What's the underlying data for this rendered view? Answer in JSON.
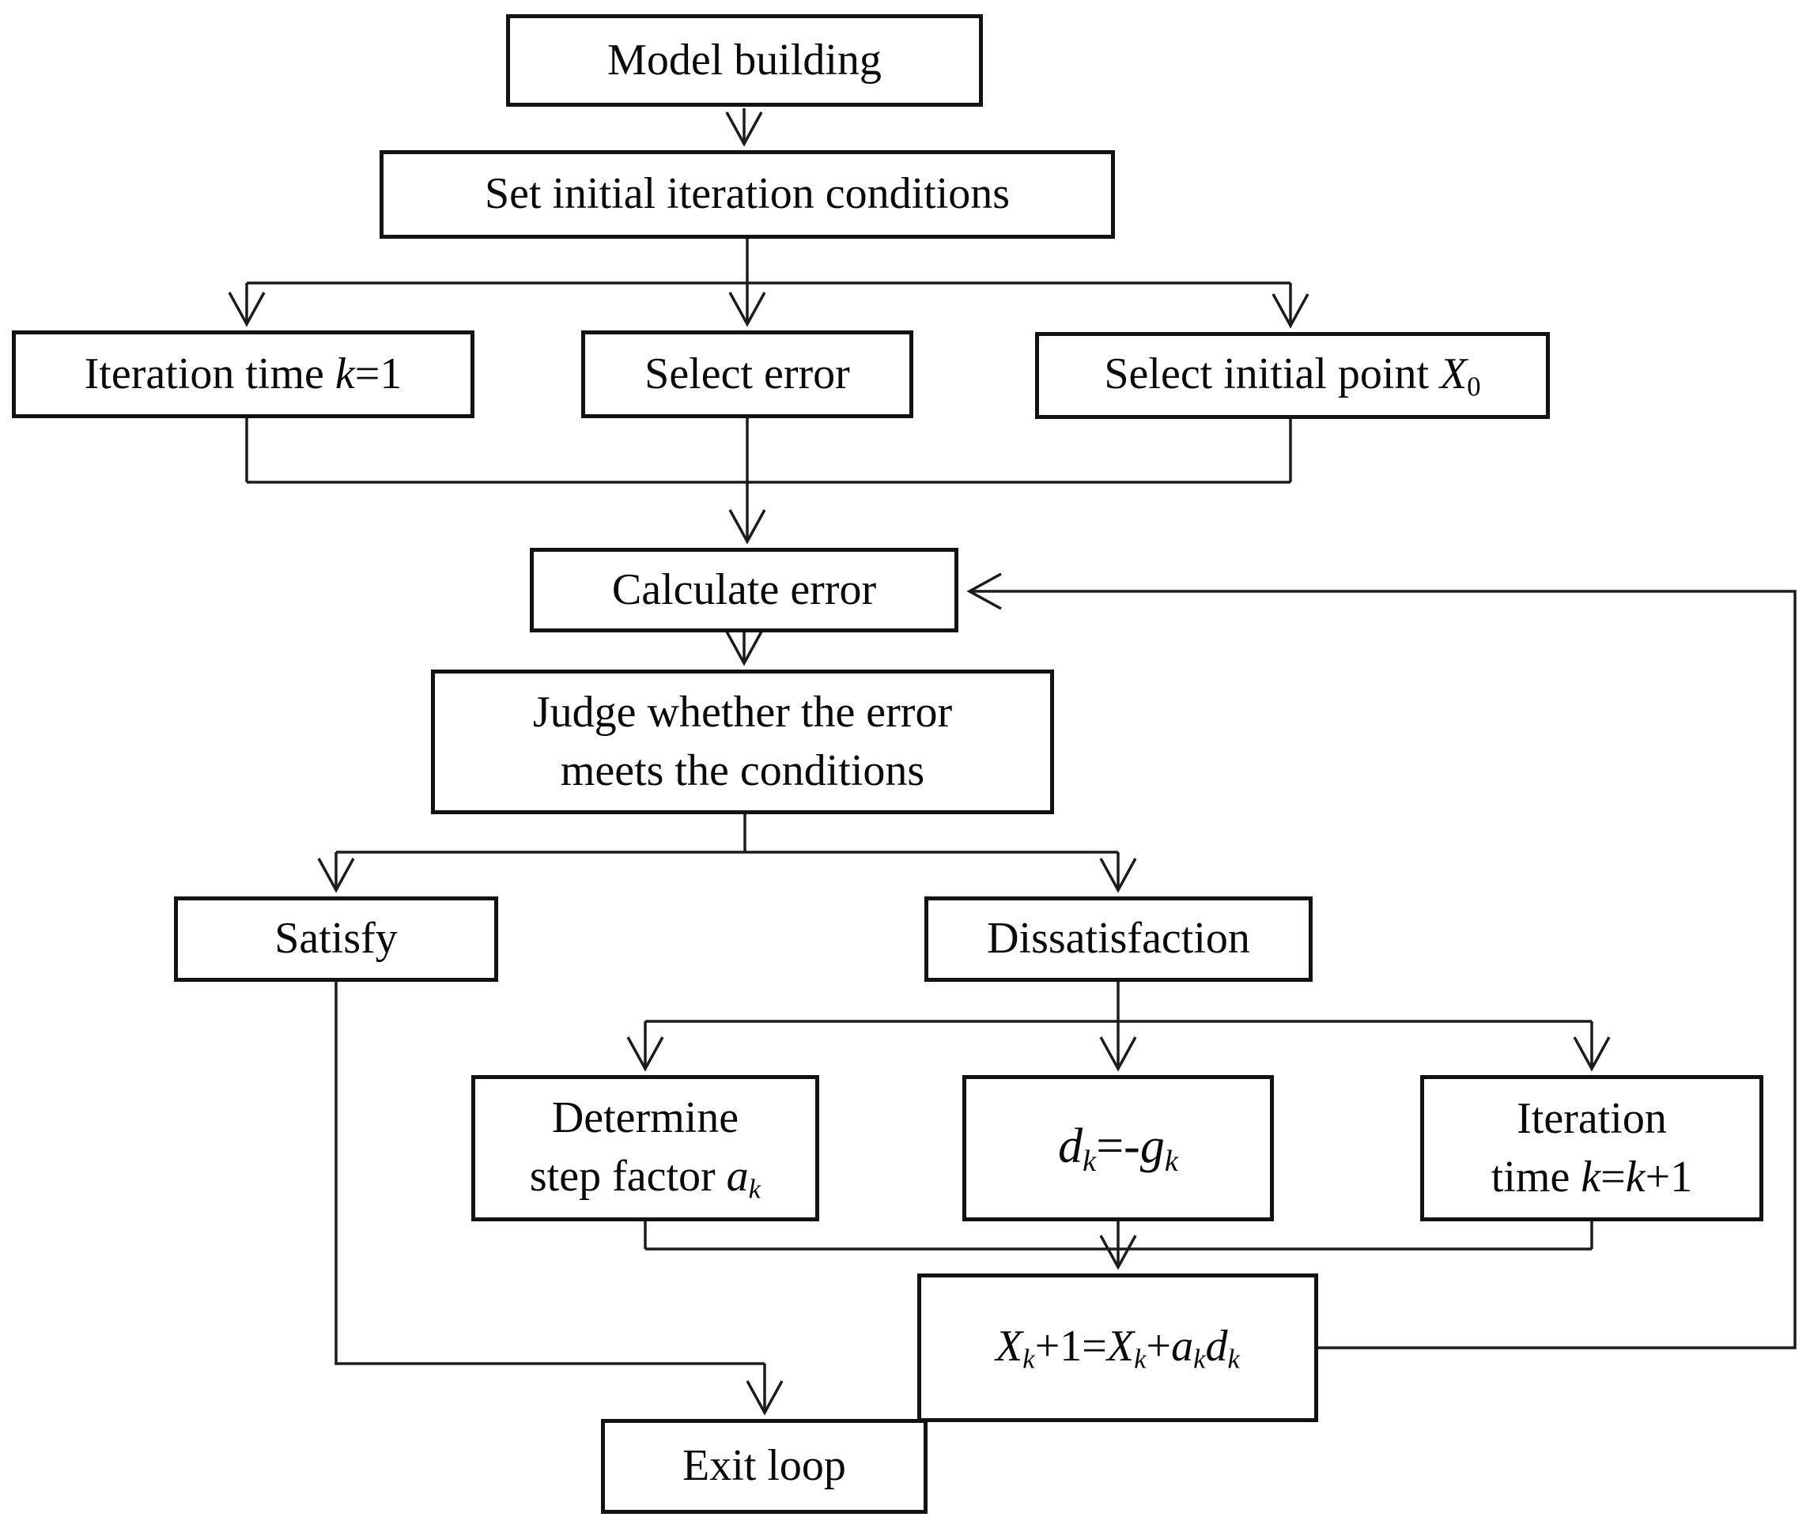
{
  "diagram": {
    "type": "flowchart",
    "nodes": {
      "model": {
        "lines": [
          [
            {
              "t": "Model building"
            }
          ]
        ]
      },
      "init": {
        "lines": [
          [
            {
              "t": "Set initial iteration conditions"
            }
          ]
        ]
      },
      "iter1": {
        "lines": [
          [
            {
              "t": "Iteration time "
            },
            {
              "t": "k",
              "i": true
            },
            {
              "t": "=1"
            }
          ]
        ]
      },
      "selerr": {
        "lines": [
          [
            {
              "t": "Select error"
            }
          ]
        ]
      },
      "selinit": {
        "lines": [
          [
            {
              "t": "Select initial point "
            },
            {
              "t": "X",
              "i": true
            },
            {
              "t": "0",
              "sub": true
            }
          ]
        ]
      },
      "calc": {
        "lines": [
          [
            {
              "t": "Calculate error"
            }
          ]
        ]
      },
      "judge": {
        "lines": [
          [
            {
              "t": "Judge whether the error"
            }
          ],
          [
            {
              "t": "meets the conditions"
            }
          ]
        ]
      },
      "satisfy": {
        "lines": [
          [
            {
              "t": "Satisfy"
            }
          ]
        ]
      },
      "dissat": {
        "lines": [
          [
            {
              "t": "Dissatisfaction"
            }
          ]
        ]
      },
      "determine": {
        "lines": [
          [
            {
              "t": "Determine"
            }
          ],
          [
            {
              "t": "step factor "
            },
            {
              "t": "a",
              "i": true
            },
            {
              "t": "k",
              "i": true,
              "sub": true
            }
          ]
        ]
      },
      "dk": {
        "lines": [
          [
            {
              "t": "d",
              "i": true
            },
            {
              "t": "k",
              "i": true,
              "sub": true
            },
            {
              "t": "=-"
            },
            {
              "t": "g",
              "i": true
            },
            {
              "t": "k",
              "i": true,
              "sub": true
            }
          ]
        ]
      },
      "iterk1": {
        "lines": [
          [
            {
              "t": "Iteration"
            }
          ],
          [
            {
              "t": "time "
            },
            {
              "t": "k",
              "i": true
            },
            {
              "t": "="
            },
            {
              "t": "k",
              "i": true
            },
            {
              "t": "+1"
            }
          ]
        ]
      },
      "xk1": {
        "lines": [
          [
            {
              "t": "X",
              "i": true
            },
            {
              "t": "k",
              "i": true,
              "sub": true
            },
            {
              "t": "+1="
            },
            {
              "t": "X",
              "i": true
            },
            {
              "t": "k",
              "i": true,
              "sub": true
            },
            {
              "t": "+"
            },
            {
              "t": "a",
              "i": true
            },
            {
              "t": "k",
              "i": true,
              "sub": true
            },
            {
              "t": "d",
              "i": true
            },
            {
              "t": "k",
              "i": true,
              "sub": true
            }
          ]
        ]
      },
      "exit": {
        "lines": [
          [
            {
              "t": "Exit loop"
            }
          ]
        ]
      }
    },
    "edges": [
      {
        "from": "model",
        "to": "init"
      },
      {
        "from": "init",
        "to": "iter1"
      },
      {
        "from": "init",
        "to": "selerr"
      },
      {
        "from": "init",
        "to": "selinit"
      },
      {
        "from": "iter1",
        "to": "calc"
      },
      {
        "from": "selerr",
        "to": "calc"
      },
      {
        "from": "selinit",
        "to": "calc"
      },
      {
        "from": "calc",
        "to": "judge"
      },
      {
        "from": "judge",
        "to": "satisfy"
      },
      {
        "from": "judge",
        "to": "dissat"
      },
      {
        "from": "dissat",
        "to": "determine"
      },
      {
        "from": "dissat",
        "to": "dk"
      },
      {
        "from": "dissat",
        "to": "iterk1"
      },
      {
        "from": "determine",
        "to": "xk1"
      },
      {
        "from": "dk",
        "to": "xk1"
      },
      {
        "from": "iterk1",
        "to": "xk1"
      },
      {
        "from": "xk1",
        "to": "calc"
      },
      {
        "from": "satisfy",
        "to": "exit"
      }
    ],
    "line_color": "#1c1c1c",
    "box_border_color": "#121212",
    "background_color": "#ffffff"
  }
}
